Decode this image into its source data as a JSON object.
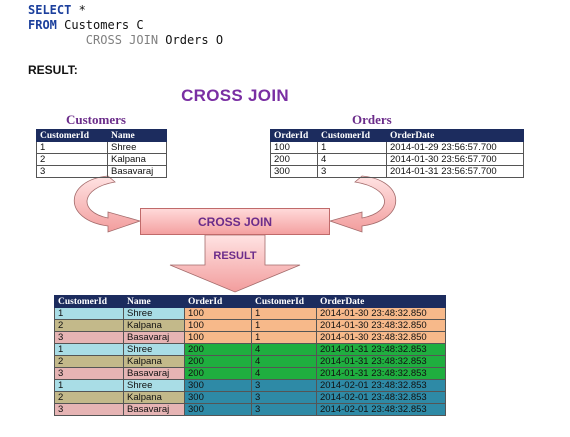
{
  "sql": {
    "select_kw": "SELECT",
    "select_rest": " *",
    "from_kw": "FROM",
    "from_rest": " Customers C",
    "cross_join_kw": "CROSS JOIN",
    "orders_ref": " Orders O"
  },
  "result_label": "RESULT:",
  "diagram_title": "CROSS JOIN",
  "join_box_label": "CROSS JOIN",
  "result_arrow_label": "RESULT",
  "customers": {
    "title": "Customers",
    "headers": [
      "CustomerId",
      "Name"
    ],
    "rows": [
      [
        "1",
        "Shree"
      ],
      [
        "2",
        "Kalpana"
      ],
      [
        "3",
        "Basavaraj"
      ]
    ]
  },
  "orders": {
    "title": "Orders",
    "headers": [
      "OrderId",
      "CustomerId",
      "OrderDate"
    ],
    "rows": [
      [
        "100",
        "1",
        "2014-01-29 23:56:57.700"
      ],
      [
        "200",
        "4",
        "2014-01-30 23:56:57.700"
      ],
      [
        "300",
        "3",
        "2014-01-31 23:56:57.700"
      ]
    ]
  },
  "result": {
    "headers": [
      "CustomerId",
      "Name",
      "OrderId",
      "CustomerId",
      "OrderDate"
    ],
    "rows": [
      [
        "1",
        "Shree",
        "100",
        "1",
        "2014-01-30 23:48:32.850"
      ],
      [
        "2",
        "Kalpana",
        "100",
        "1",
        "2014-01-30 23:48:32.850"
      ],
      [
        "3",
        "Basavaraj",
        "100",
        "1",
        "2014-01-30 23:48:32.850"
      ],
      [
        "1",
        "Shree",
        "200",
        "4",
        "2014-01-31 23:48:32.853"
      ],
      [
        "2",
        "Kalpana",
        "200",
        "4",
        "2014-01-31 23:48:32.853"
      ],
      [
        "3",
        "Basavaraj",
        "200",
        "4",
        "2014-01-31 23:48:32.853"
      ],
      [
        "1",
        "Shree",
        "300",
        "3",
        "2014-02-01 23:48:32.853"
      ],
      [
        "2",
        "Kalpana",
        "300",
        "3",
        "2014-02-01 23:48:32.853"
      ],
      [
        "3",
        "Basavaraj",
        "300",
        "3",
        "2014-02-01 23:48:32.853"
      ]
    ]
  },
  "colors": {
    "keyword": "#1b3f9c",
    "title_purple": "#7a2fa3",
    "header_navy": "#1c2c5e",
    "arrow_pink": "#f4a1a1",
    "customer_row_1": "#a9dde6",
    "customer_row_2": "#c3b98a",
    "customer_row_3": "#e6b4b4",
    "order_group_100": "#f7b98a",
    "order_group_200": "#1fae3f",
    "order_group_300": "#2e8aa6"
  }
}
